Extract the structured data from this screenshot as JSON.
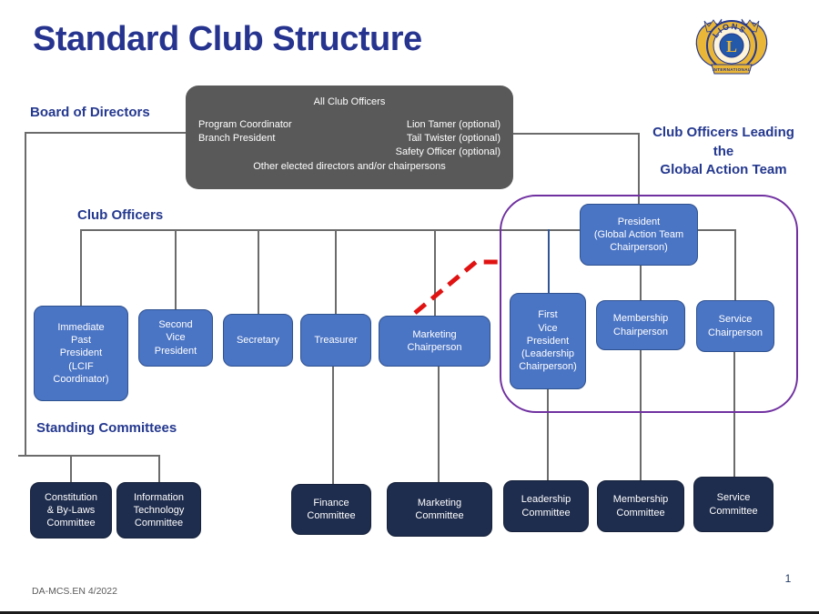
{
  "slide": {
    "title": "Standard Club Structure",
    "footer_code": "DA-MCS.EN 4/2022",
    "page_number": "1"
  },
  "logo": {
    "name": "lions-international-logo",
    "arc_text": "LIONS",
    "center_letter": "L",
    "banner_text": "INTERNATIONAL"
  },
  "labels": {
    "board_of_directors": "Board of Directors",
    "club_officers": "Club Officers",
    "gat_group": "Club Officers Leading\nthe\nGlobal Action Team",
    "standing_committees": "Standing Committees"
  },
  "all_officers_box": {
    "title": "All Club Officers",
    "left_items": [
      "Program Coordinator",
      "Branch President"
    ],
    "right_items": [
      "Lion Tamer (optional)",
      "Tail Twister (optional)",
      "Safety Officer (optional)"
    ],
    "bottom_item": "Other elected directors and/or chairpersons"
  },
  "officers": {
    "immediate_past_president": "Immediate\nPast\nPresident\n(LCIF\nCoordinator)",
    "second_vice_president": "Second\nVice\nPresident",
    "secretary": "Secretary",
    "treasurer": "Treasurer",
    "marketing_chairperson": "Marketing\nChairperson",
    "president": "President\n(Global Action Team\nChairperson)",
    "first_vice_president": "First\nVice\nPresident\n(Leadership\nChairperson)",
    "membership_chairperson": "Membership\nChairperson",
    "service_chairperson": "Service\nChairperson"
  },
  "committees": {
    "constitution": "Constitution\n& By-Laws\nCommittee",
    "information_technology": "Information\nTechnology\nCommittee",
    "finance": "Finance\nCommittee",
    "marketing": "Marketing\nCommittee",
    "leadership": "Leadership\nCommittee",
    "membership": "Membership\nCommittee",
    "service": "Service\nCommittee"
  },
  "colors": {
    "title_blue": "#26348f",
    "label_blue": "#24388f",
    "officer_box_fill": "#4a74c4",
    "officer_box_border": "#2f528f",
    "committee_box_fill": "#1e2c4d",
    "gray_box_fill": "#595959",
    "connector_gray": "#6b6b6b",
    "fvp_connector_blue": "#2e5597",
    "gat_outline_purple": "#7030a0",
    "dashed_red": "#e01212",
    "logo_gold": "#eab637",
    "logo_blue": "#2458a8"
  }
}
